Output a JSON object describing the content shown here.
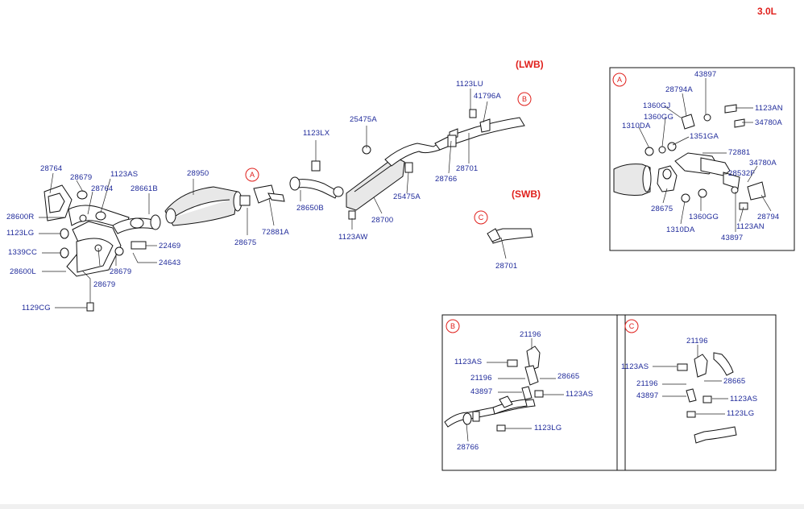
{
  "header": {
    "engine": "3.0L",
    "lwb": "(LWB)",
    "swb": "(SWB)"
  },
  "callouts": {
    "a": "A",
    "b": "B",
    "c": "C"
  },
  "main_labels": {
    "p28764a": "28764",
    "p28679a": "28679",
    "p1123AS": "1123AS",
    "p28764b": "28764",
    "p28950": "28950",
    "p28661B": "28661B",
    "p28600R": "28600R",
    "p1123LG": "1123LG",
    "p1339CC": "1339CC",
    "p28600L": "28600L",
    "p28679b": "28679",
    "p28679c": "28679",
    "p22469": "22469",
    "p24643": "24643",
    "p1129CG": "1129CG",
    "p28675": "28675",
    "p72881A": "72881A",
    "p1123LX": "1123LX",
    "p28650B": "28650B",
    "p25475Aa": "25475A",
    "p25475Ab": "25475A",
    "p1123AW": "1123AW",
    "p28700": "28700",
    "p1123LU": "1123LU",
    "p41796A": "41796A",
    "p28766": "28766",
    "p28701a": "28701",
    "p28701b": "28701"
  },
  "detail_a": {
    "p43897a": "43897",
    "p28794A": "28794A",
    "p1123AN1": "1123AN",
    "p1360GJ": "1360GJ",
    "p34780Aa": "34780A",
    "p1360GG1": "1360GG",
    "p1310DA1": "1310DA",
    "p1351GA": "1351GA",
    "p72881": "72881",
    "p34780Ab": "34780A",
    "p28532F": "28532F",
    "p28675": "28675",
    "p1360GG2": "1360GG",
    "p28794": "28794",
    "p1310DA2": "1310DA",
    "p1123AN2": "1123AN",
    "p43897b": "43897"
  },
  "detail_b": {
    "p21196a": "21196",
    "p1123AS1": "1123AS",
    "p28665": "28665",
    "p21196b": "21196",
    "p43897": "43897",
    "p1123AS2": "1123AS",
    "p1123LG": "1123LG",
    "p28766": "28766"
  },
  "detail_c": {
    "p21196a": "21196",
    "p1123AS1": "1123AS",
    "p28665": "28665",
    "p21196b": "21196",
    "p43897": "43897",
    "p1123AS2": "1123AS",
    "p1123LG": "1123LG"
  }
}
